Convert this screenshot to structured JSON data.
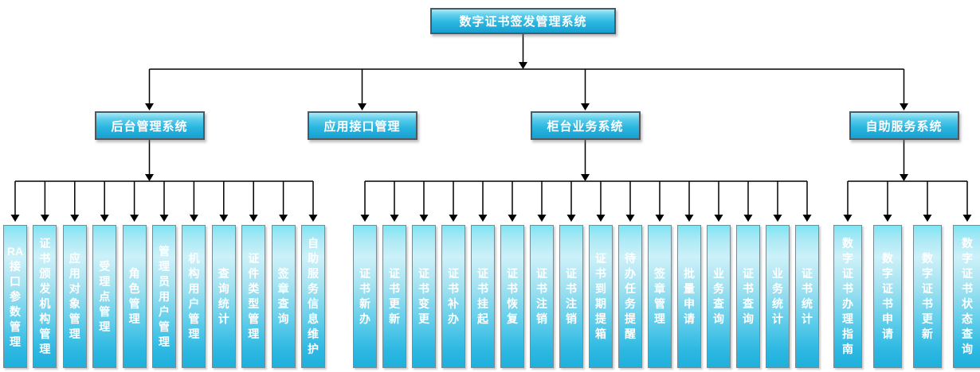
{
  "root": {
    "label": "数字证书签发管理系统"
  },
  "groups": [
    {
      "label": "后台管理系统",
      "children": [
        "RA接口参数管理",
        "证书颁发机构管理",
        "应用对象管理",
        "受理点管理",
        "角色管理",
        "管理员用户管理",
        "机构用户管理",
        "查询统计",
        "证件类型管理",
        "签章查询",
        "自助服务信息维护"
      ]
    },
    {
      "label": "应用接口管理",
      "children": []
    },
    {
      "label": "柜台业务系统",
      "children": [
        "证书新办",
        "证书更新",
        "证书变更",
        "证书补办",
        "证书挂起",
        "证书恢复",
        "证书注销",
        "证书注销",
        "证书到期提箱",
        "待办任务提醒",
        "签章管理",
        "批量申请",
        "业务查询",
        "证书查询",
        "业务统计",
        "证书统计"
      ]
    },
    {
      "label": "自助服务系统",
      "children": [
        "数字证书办理指南",
        "数字证书申请",
        "数字证书更新",
        "数字证书状态查询"
      ]
    }
  ],
  "colors": {
    "connector": "#000000",
    "node_text": "#ffffff",
    "node_border": "#4f585e",
    "leaf_border": "#7b8a90",
    "node_gradient_top": "#aeeaf6",
    "node_gradient_bottom": "#189fd0",
    "leaf_gradient_top": "#7ee5f3",
    "leaf_gradient_light": "#cdf1f9",
    "leaf_gradient_bottom": "#1fb0dc"
  }
}
